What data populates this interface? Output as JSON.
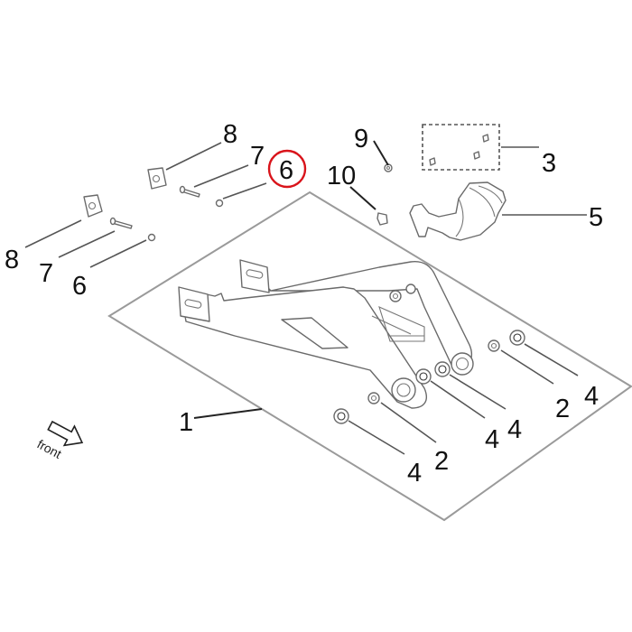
{
  "diagram": {
    "title": "Swingarm exploded parts diagram",
    "highlight_color": "#d9141b",
    "highlighted_callout": "6",
    "orientation_label": "front",
    "callouts": [
      {
        "id": "c1",
        "label": "1",
        "part": "swingarm"
      },
      {
        "id": "c2a",
        "label": "2",
        "part": "washer"
      },
      {
        "id": "c2b",
        "label": "2",
        "part": "washer"
      },
      {
        "id": "c3",
        "label": "3",
        "part": "hardware kit"
      },
      {
        "id": "c4a",
        "label": "4",
        "part": "bearing"
      },
      {
        "id": "c4b",
        "label": "4",
        "part": "bearing"
      },
      {
        "id": "c4c",
        "label": "4",
        "part": "bearing"
      },
      {
        "id": "c4d",
        "label": "4",
        "part": "bearing"
      },
      {
        "id": "c5",
        "label": "5",
        "part": "chain guard"
      },
      {
        "id": "c6a",
        "label": "6",
        "part": "nut"
      },
      {
        "id": "c6b",
        "label": "6",
        "part": "nut"
      },
      {
        "id": "c7a",
        "label": "7",
        "part": "bolt"
      },
      {
        "id": "c7b",
        "label": "7",
        "part": "bolt"
      },
      {
        "id": "c8a",
        "label": "8",
        "part": "chain adjuster block"
      },
      {
        "id": "c8b",
        "label": "8",
        "part": "chain adjuster block"
      },
      {
        "id": "c9",
        "label": "9",
        "part": "washer"
      },
      {
        "id": "c10",
        "label": "10",
        "part": "clip"
      }
    ]
  }
}
